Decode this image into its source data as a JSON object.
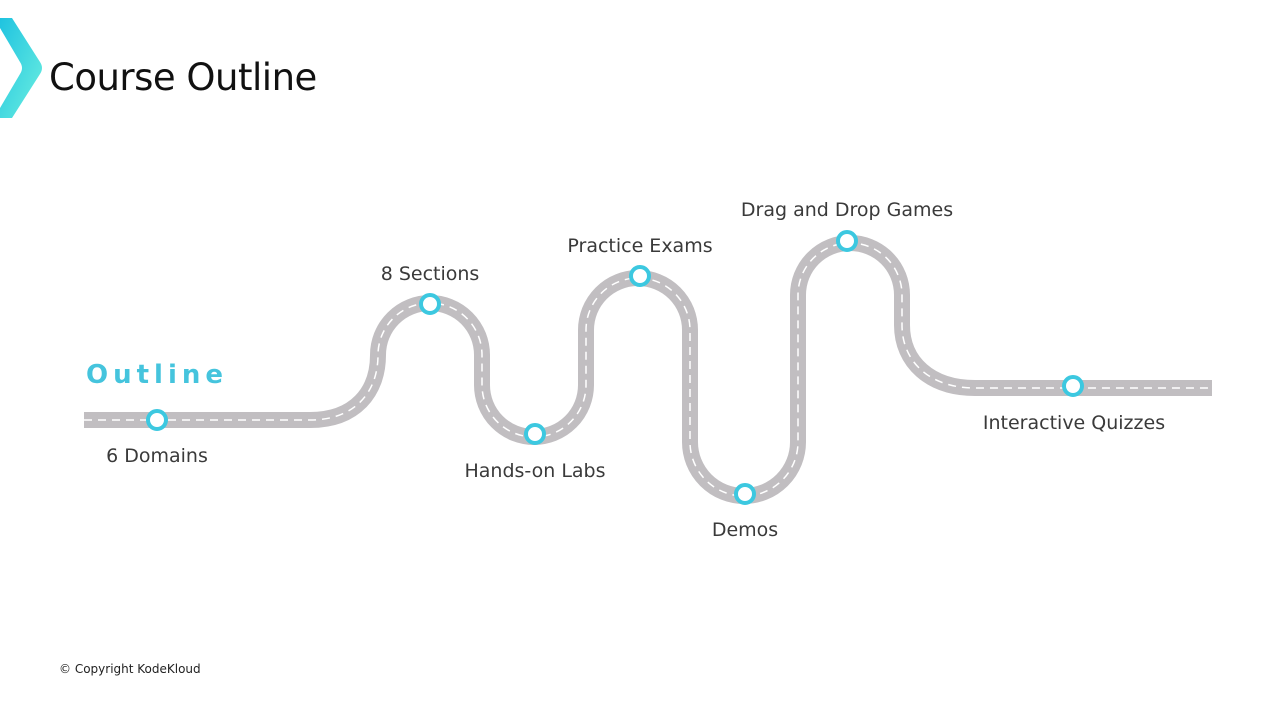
{
  "slide": {
    "title": "Course Outline",
    "section_label": "Outline",
    "copyright": "© Copyright KodeKloud"
  },
  "milestones": [
    {
      "label": "6 Domains"
    },
    {
      "label": "8 Sections"
    },
    {
      "label": "Hands-on Labs"
    },
    {
      "label": "Practice Exams"
    },
    {
      "label": "Demos"
    },
    {
      "label": "Drag and Drop Games"
    },
    {
      "label": "Interactive Quizzes"
    }
  ],
  "colors": {
    "accent": "#3cc8e0",
    "road": "#c1bec1"
  }
}
